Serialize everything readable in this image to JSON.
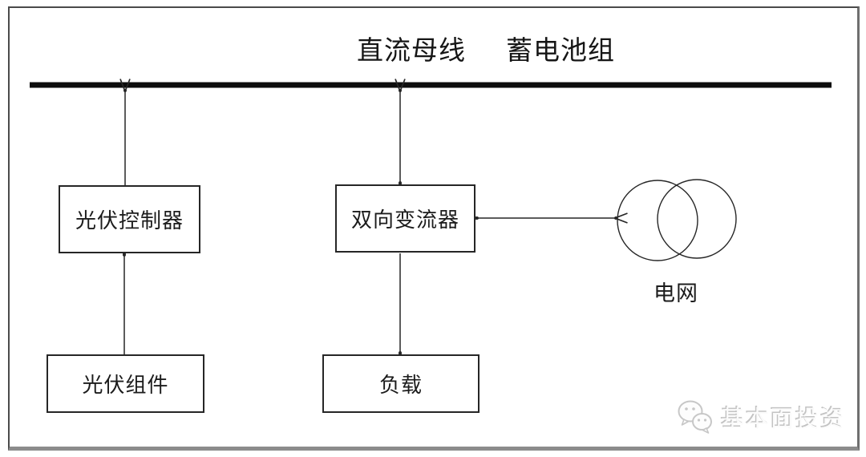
{
  "diagram": {
    "title_labels": {
      "dc_bus": "直流母线",
      "battery_pack": "蓄电池组"
    },
    "nodes": {
      "pv_controller": "光伏控制器",
      "pv_module": "光伏组件",
      "bidirectional_converter": "双向变流器",
      "load": "负载",
      "grid": "电网"
    },
    "edges": [
      {
        "from": "pv_module",
        "to": "pv_controller",
        "arrow": "one-way",
        "direction": "up"
      },
      {
        "from": "pv_controller",
        "to": "dc_bus",
        "arrow": "one-way",
        "direction": "up"
      },
      {
        "from": "dc_bus",
        "to": "bidirectional_converter",
        "arrow": "two-way",
        "direction": "vertical"
      },
      {
        "from": "bidirectional_converter",
        "to": "load",
        "arrow": "one-way",
        "direction": "down"
      },
      {
        "from": "bidirectional_converter",
        "to": "grid",
        "arrow": "two-way",
        "direction": "horizontal"
      }
    ],
    "grid_symbol": "two-overlapping-circles",
    "colors": {
      "line": "#262626",
      "bus": "#0d0d0d",
      "watermark_gray": "#c3c3c3"
    }
  },
  "watermark": {
    "icon": "wechat-icon",
    "text": "基本面投资"
  }
}
